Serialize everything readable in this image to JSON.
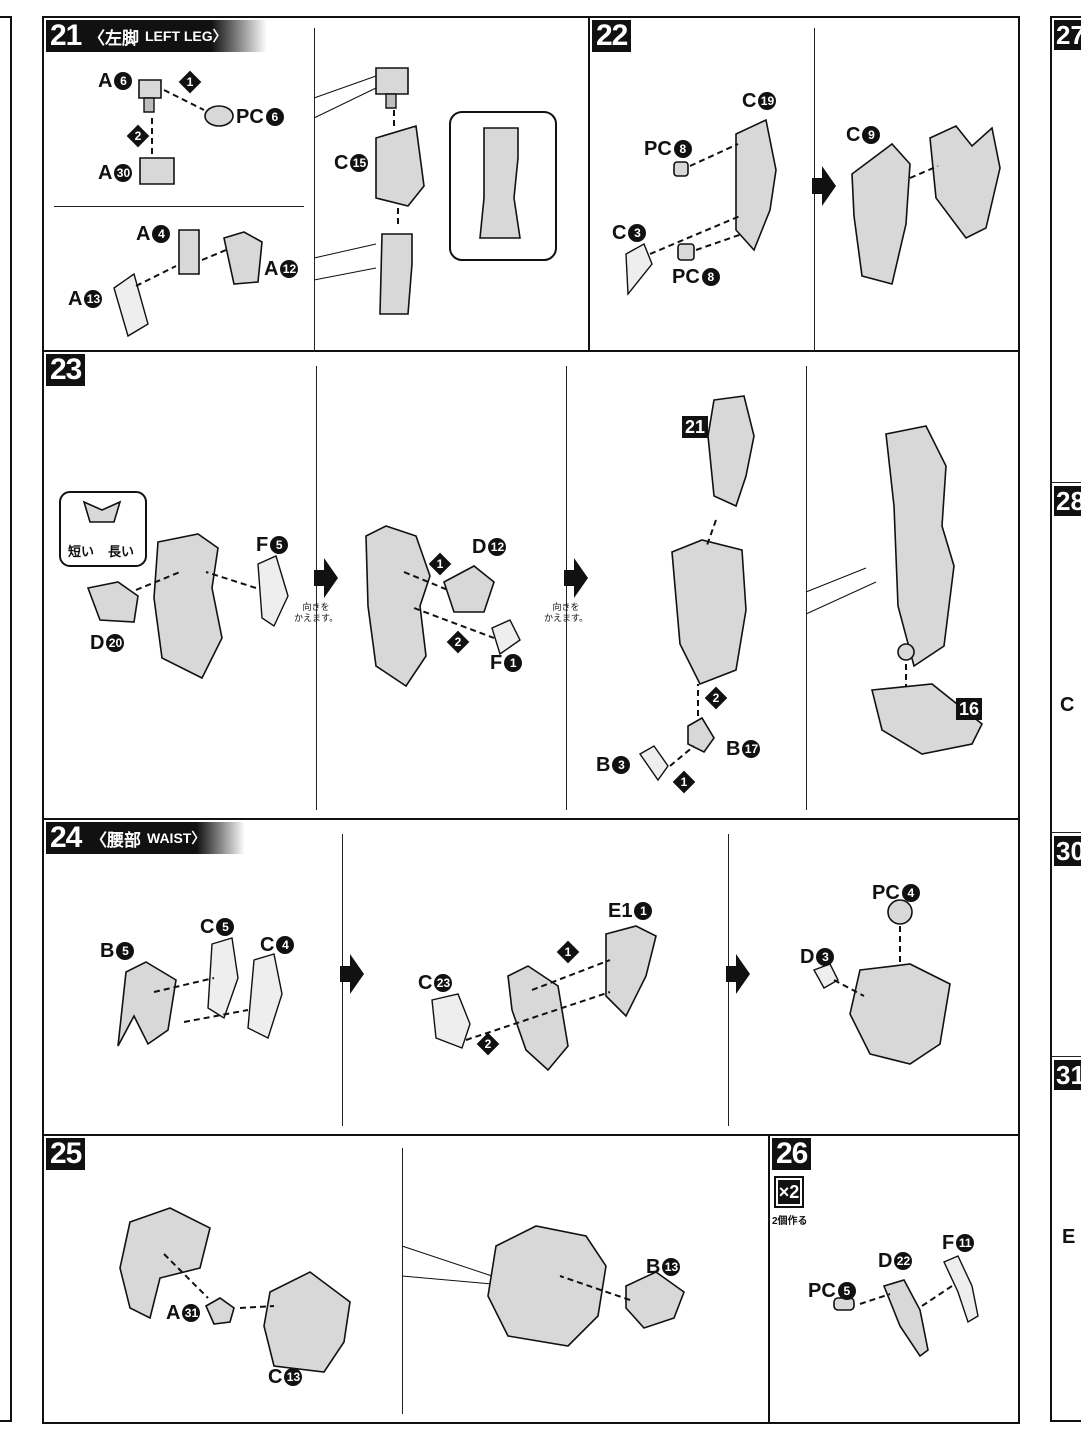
{
  "steps": {
    "s21": {
      "number": "21",
      "jp": "〈左脚",
      "en": "LEFT LEG〉"
    },
    "s22": {
      "number": "22"
    },
    "s23": {
      "number": "23"
    },
    "s24": {
      "number": "24",
      "jp": "〈腰部",
      "en": "WAIST〉"
    },
    "s25": {
      "number": "25"
    },
    "s26": {
      "number": "26",
      "multiplier": "×2",
      "multiplier_note": "2個作る"
    }
  },
  "labels": {
    "s21": {
      "a6": {
        "letter": "A",
        "num": "6"
      },
      "pc6": {
        "letter": "PC",
        "num": "6"
      },
      "a30": {
        "letter": "A",
        "num": "30"
      },
      "a4": {
        "letter": "A",
        "num": "4"
      },
      "a12": {
        "letter": "A",
        "num": "12"
      },
      "a13": {
        "letter": "A",
        "num": "13"
      },
      "c15": {
        "letter": "C",
        "num": "15"
      },
      "step1": "1",
      "step2": "2"
    },
    "s22": {
      "c19": {
        "letter": "C",
        "num": "19"
      },
      "pc8a": {
        "letter": "PC",
        "num": "8"
      },
      "c3": {
        "letter": "C",
        "num": "3"
      },
      "pc8b": {
        "letter": "PC",
        "num": "8"
      },
      "c9": {
        "letter": "C",
        "num": "9"
      }
    },
    "s23": {
      "short": "短い",
      "long": "長い",
      "f5": {
        "letter": "F",
        "num": "5"
      },
      "d20": {
        "letter": "D",
        "num": "20"
      },
      "turn_note1": "向きを\nかえます。",
      "d12": {
        "letter": "D",
        "num": "12"
      },
      "f1": {
        "letter": "F",
        "num": "1"
      },
      "turn_note2": "向きを\nかえます。",
      "ref21": "21",
      "b3": {
        "letter": "B",
        "num": "3"
      },
      "b17": {
        "letter": "B",
        "num": "17"
      },
      "ref16": "16",
      "step1": "1",
      "step2": "2"
    },
    "s24": {
      "b5": {
        "letter": "B",
        "num": "5"
      },
      "c5": {
        "letter": "C",
        "num": "5"
      },
      "c4": {
        "letter": "C",
        "num": "4"
      },
      "e1": {
        "letter": "E1",
        "num": "1"
      },
      "c23": {
        "letter": "C",
        "num": "23"
      },
      "pc4": {
        "letter": "PC",
        "num": "4"
      },
      "d3": {
        "letter": "D",
        "num": "3"
      },
      "step1": "1",
      "step2": "2"
    },
    "s25": {
      "a31": {
        "letter": "A",
        "num": "31"
      },
      "c13": {
        "letter": "C",
        "num": "13"
      },
      "b13": {
        "letter": "B",
        "num": "13"
      }
    },
    "s26": {
      "d22": {
        "letter": "D",
        "num": "22"
      },
      "f11": {
        "letter": "F",
        "num": "11"
      },
      "pc5": {
        "letter": "PC",
        "num": "5"
      }
    }
  },
  "edge_right": [
    "27",
    "28",
    "30",
    "31"
  ],
  "edge_right_partial": [
    "C",
    "E"
  ]
}
